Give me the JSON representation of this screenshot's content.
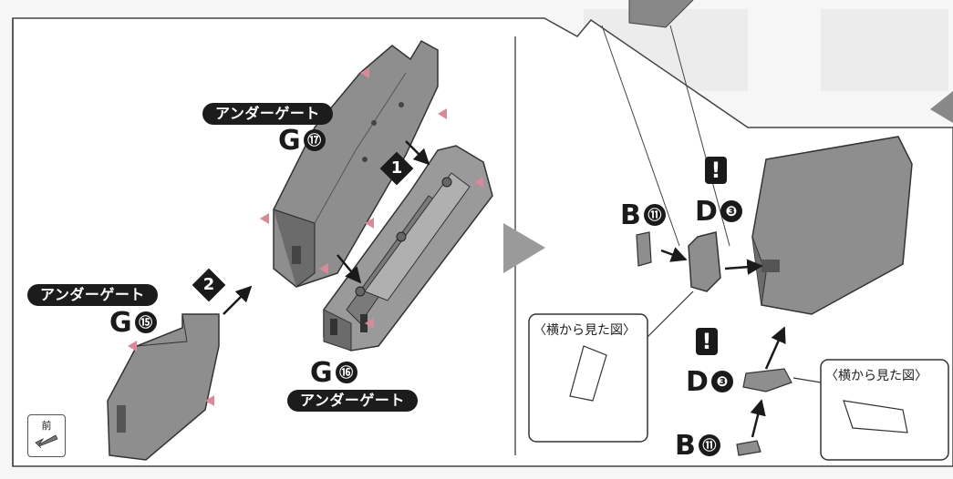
{
  "parts": {
    "g17": {
      "letter": "G",
      "number": "⑰",
      "gate": "アンダーゲート"
    },
    "g15": {
      "letter": "G",
      "number": "⑮",
      "gate": "アンダーゲート"
    },
    "g16": {
      "letter": "G",
      "number": "⑯",
      "gate": "アンダーゲート"
    },
    "b11_top": {
      "letter": "B",
      "number": "⑪"
    },
    "d3_top": {
      "letter": "D",
      "number": "❸"
    },
    "d3_bottom": {
      "letter": "D",
      "number": "❸"
    },
    "b11_bottom": {
      "letter": "B",
      "number": "⑪"
    }
  },
  "steps": {
    "step1": "1",
    "step2": "2"
  },
  "warning": {
    "symbol": "!"
  },
  "side_view_label": "〈横から見た図〉",
  "front_indicator": {
    "label": "前"
  },
  "colors": {
    "part_gray": "#8e8e8e",
    "part_dark": "#6b6b6b",
    "ink": "#1a1a1a",
    "arrow_pink": "#d98a9a",
    "play_arrow": "#9a9a9a"
  }
}
